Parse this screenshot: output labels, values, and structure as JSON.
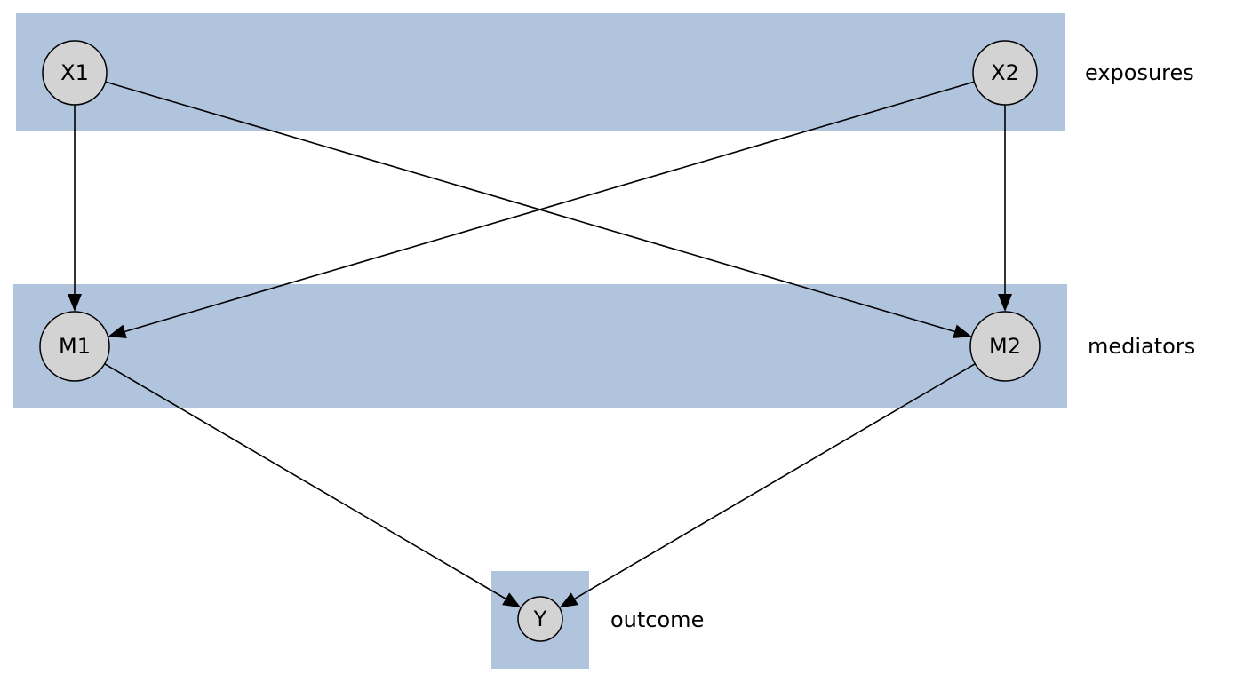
{
  "diagram": {
    "clusters": [
      {
        "id": "exposures",
        "label": "exposures",
        "color": "#b0c4de"
      },
      {
        "id": "mediators",
        "label": "mediators",
        "color": "#b0c4de"
      },
      {
        "id": "outcome",
        "label": "outcome",
        "color": "#b0c4de"
      }
    ],
    "nodes": [
      {
        "id": "X1",
        "label": "X1",
        "cluster": "exposures"
      },
      {
        "id": "X2",
        "label": "X2",
        "cluster": "exposures"
      },
      {
        "id": "M1",
        "label": "M1",
        "cluster": "mediators"
      },
      {
        "id": "M2",
        "label": "M2",
        "cluster": "mediators"
      },
      {
        "id": "Y",
        "label": "Y",
        "cluster": "outcome"
      }
    ],
    "edges": [
      {
        "from": "X1",
        "to": "M1"
      },
      {
        "from": "X1",
        "to": "M2"
      },
      {
        "from": "X2",
        "to": "M1"
      },
      {
        "from": "X2",
        "to": "M2"
      },
      {
        "from": "M1",
        "to": "Y"
      },
      {
        "from": "M2",
        "to": "Y"
      }
    ],
    "node_fill": "#d3d3d3"
  }
}
